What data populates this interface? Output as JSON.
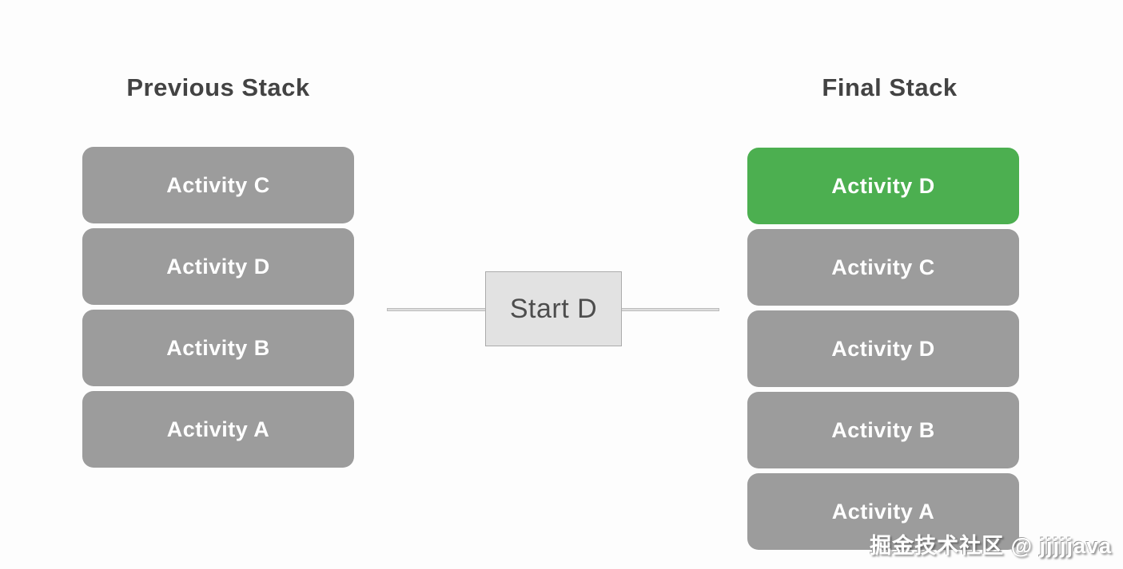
{
  "colors": {
    "background": "#fdfdfd",
    "box_gray": "#9c9c9c",
    "box_green": "#4caf50",
    "box_label_text": "#ffffff",
    "title_text": "#434343",
    "action_box_bg": "#e2e2e2",
    "action_box_border": "#ababab",
    "action_text": "#4d4d4d",
    "connector": "#dedede"
  },
  "previous_stack": {
    "title": "Previous Stack",
    "items": [
      {
        "label": "Activity C",
        "color": "#9c9c9c"
      },
      {
        "label": "Activity D",
        "color": "#9c9c9c"
      },
      {
        "label": "Activity B",
        "color": "#9c9c9c"
      },
      {
        "label": "Activity A",
        "color": "#9c9c9c"
      }
    ]
  },
  "action": {
    "label": "Start D"
  },
  "final_stack": {
    "title": "Final Stack",
    "items": [
      {
        "label": "Activity D",
        "color": "#4caf50"
      },
      {
        "label": "Activity C",
        "color": "#9c9c9c"
      },
      {
        "label": "Activity D",
        "color": "#9c9c9c"
      },
      {
        "label": "Activity B",
        "color": "#9c9c9c"
      },
      {
        "label": "Activity A",
        "color": "#9c9c9c"
      }
    ]
  },
  "watermark": {
    "text": "掘金技术社区 @ jjjjjava"
  }
}
